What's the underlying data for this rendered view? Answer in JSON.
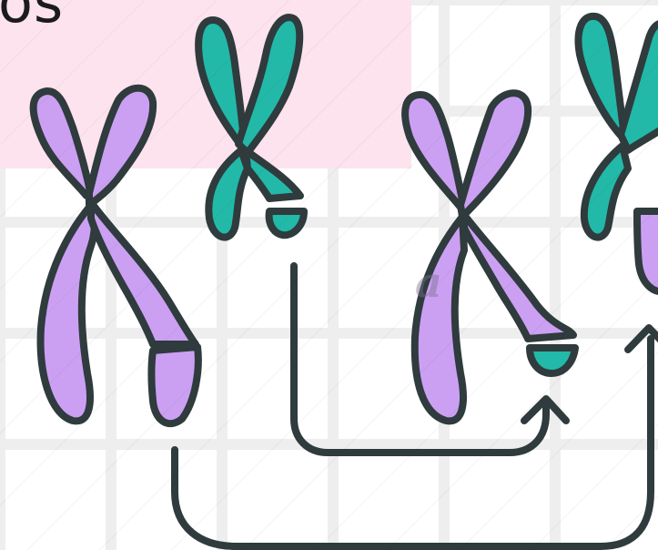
{
  "title": {
    "partial_text": "os"
  },
  "watermark": {
    "text": "a"
  },
  "colors": {
    "purple": "#cba0f3",
    "teal": "#22b9a9",
    "outline": "#2f3b3d",
    "title_band": "#fde3ee",
    "grid": "#eeeeee"
  },
  "elements": {
    "chromosomes": [
      {
        "name": "purple-chromosome-left",
        "color": "purple",
        "segment_color": "purple"
      },
      {
        "name": "teal-chromosome-left",
        "color": "teal",
        "segment_color": "teal"
      },
      {
        "name": "purple-chromosome-right",
        "color": "purple",
        "segment_color": "teal"
      },
      {
        "name": "teal-chromosome-right",
        "color": "teal",
        "segment_color": "purple"
      }
    ],
    "arrows": [
      {
        "name": "exchange-arrow-inner",
        "from": "teal-chromosome-left",
        "to": "purple-chromosome-right"
      },
      {
        "name": "exchange-arrow-outer",
        "from": "purple-chromosome-left",
        "to": "teal-chromosome-right"
      }
    ]
  }
}
